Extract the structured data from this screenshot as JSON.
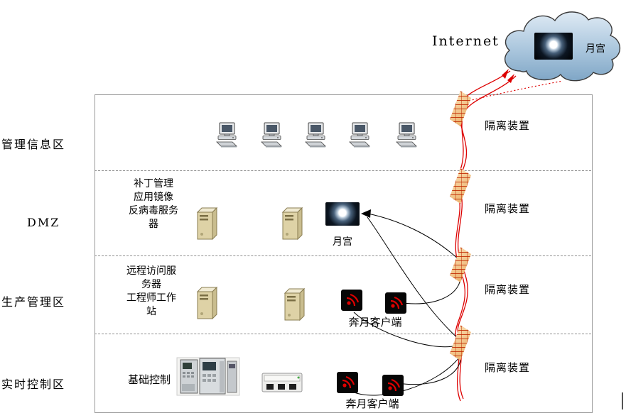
{
  "colors": {
    "line_red": "#dd0000",
    "line_black": "#000000",
    "firewall_fill": "#edb274",
    "cloud_fill": "#9dbdd8"
  },
  "icons": {
    "cloud": "internet-cloud",
    "firewall": "brick-isolation-device",
    "computer": "desktop-pc",
    "server": "tower-server",
    "moon": "moon-screen",
    "client": "red-swirl-client",
    "plc": "plc-controllers",
    "din": "din-rail-module"
  },
  "internet": {
    "label": "Internet",
    "moon_label": "月宫"
  },
  "isolation": {
    "items": [
      "隔离装置",
      "隔离装置",
      "隔离装置",
      "隔离装置"
    ]
  },
  "zones": {
    "management": {
      "label": "管理信息区"
    },
    "dmz": {
      "label": "DMZ",
      "server_caption": [
        "补丁管理",
        "应用镜像",
        "反病毒服务",
        "器"
      ],
      "moon_label": "月宫"
    },
    "production": {
      "label": "生产管理区",
      "server_caption": [
        "远程访问服",
        "务器",
        "工程师工作",
        "站"
      ],
      "client_label": "奔月客户端"
    },
    "control": {
      "label": "实时控制区",
      "caption": "基础控制",
      "client_label": "奔月客户端"
    }
  }
}
